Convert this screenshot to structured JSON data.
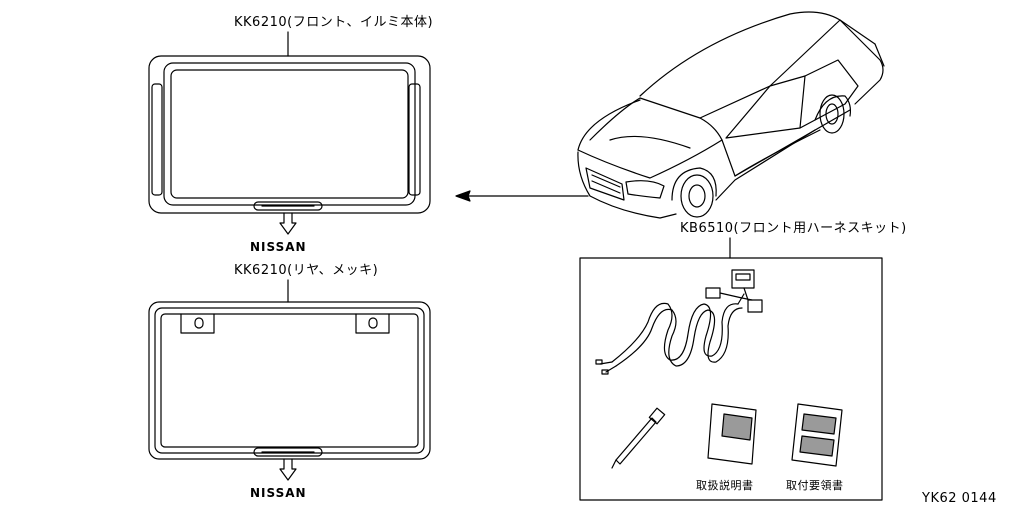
{
  "parts": {
    "front_frame": {
      "label": "KK6210(フロント、イルミ本体)",
      "logo": "NISSAN"
    },
    "rear_frame": {
      "label": "KK6210(リヤ、メッキ)",
      "logo": "NISSAN"
    },
    "harness_kit": {
      "label": "KB6510(フロント用ハーネスキット)",
      "items": [
        {
          "label": "取扱説明書"
        },
        {
          "label": "取付要領書"
        }
      ]
    }
  },
  "figure_code": "YK62 0144"
}
